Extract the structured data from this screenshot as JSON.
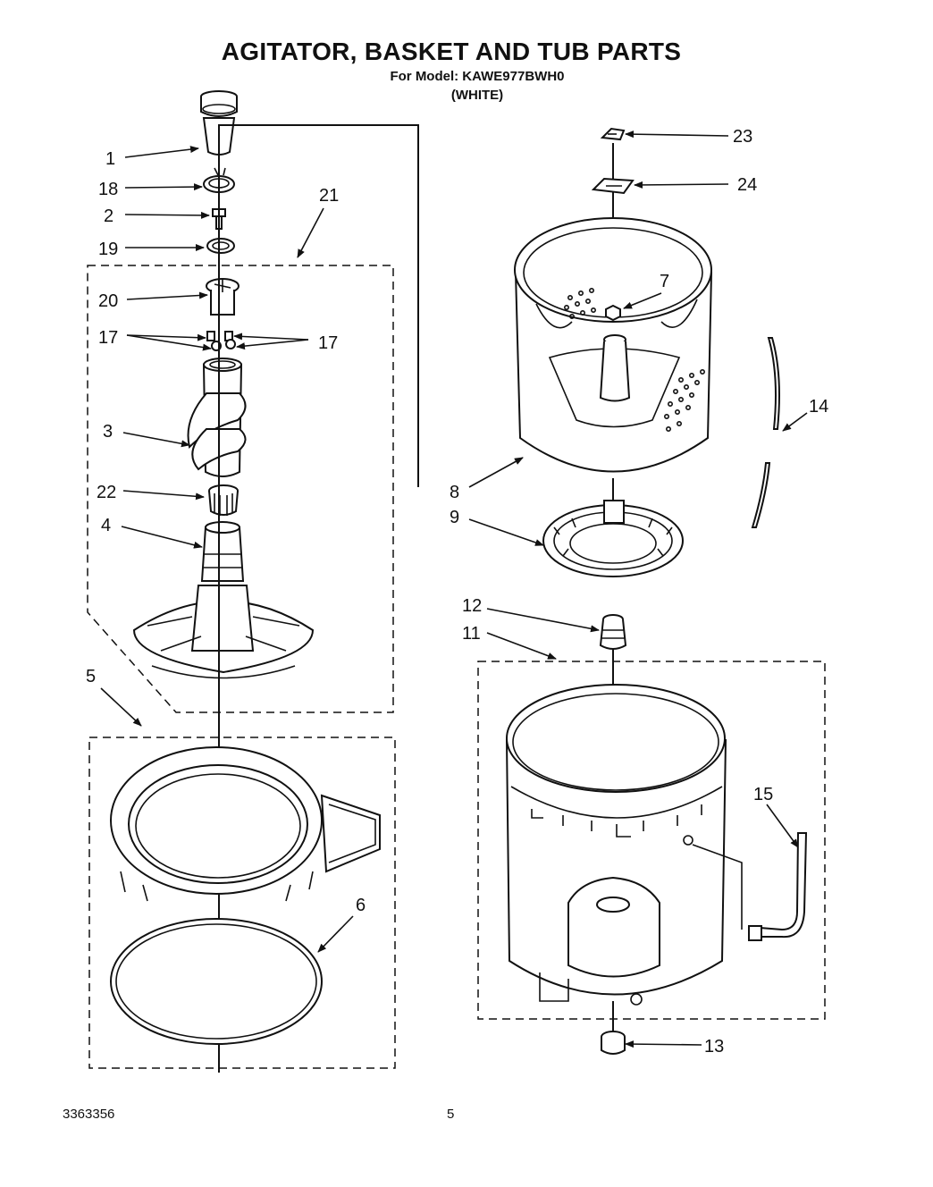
{
  "title": "AGITATOR, BASKET AND TUB PARTS",
  "model_line": "For Model: KAWE977BWH0",
  "color_line": "(WHITE)",
  "document_number": "3363356",
  "page_number": "5",
  "callouts": {
    "c1": "1",
    "c18": "18",
    "c2": "2",
    "c19": "19",
    "c21": "21",
    "c20": "20",
    "c17a": "17",
    "c17b": "17",
    "c3": "3",
    "c22": "22",
    "c4": "4",
    "c5": "5",
    "c6": "6",
    "c23": "23",
    "c24": "24",
    "c7": "7",
    "c14": "14",
    "c8": "8",
    "c9": "9",
    "c12": "12",
    "c11": "11",
    "c15": "15",
    "c13": "13"
  }
}
